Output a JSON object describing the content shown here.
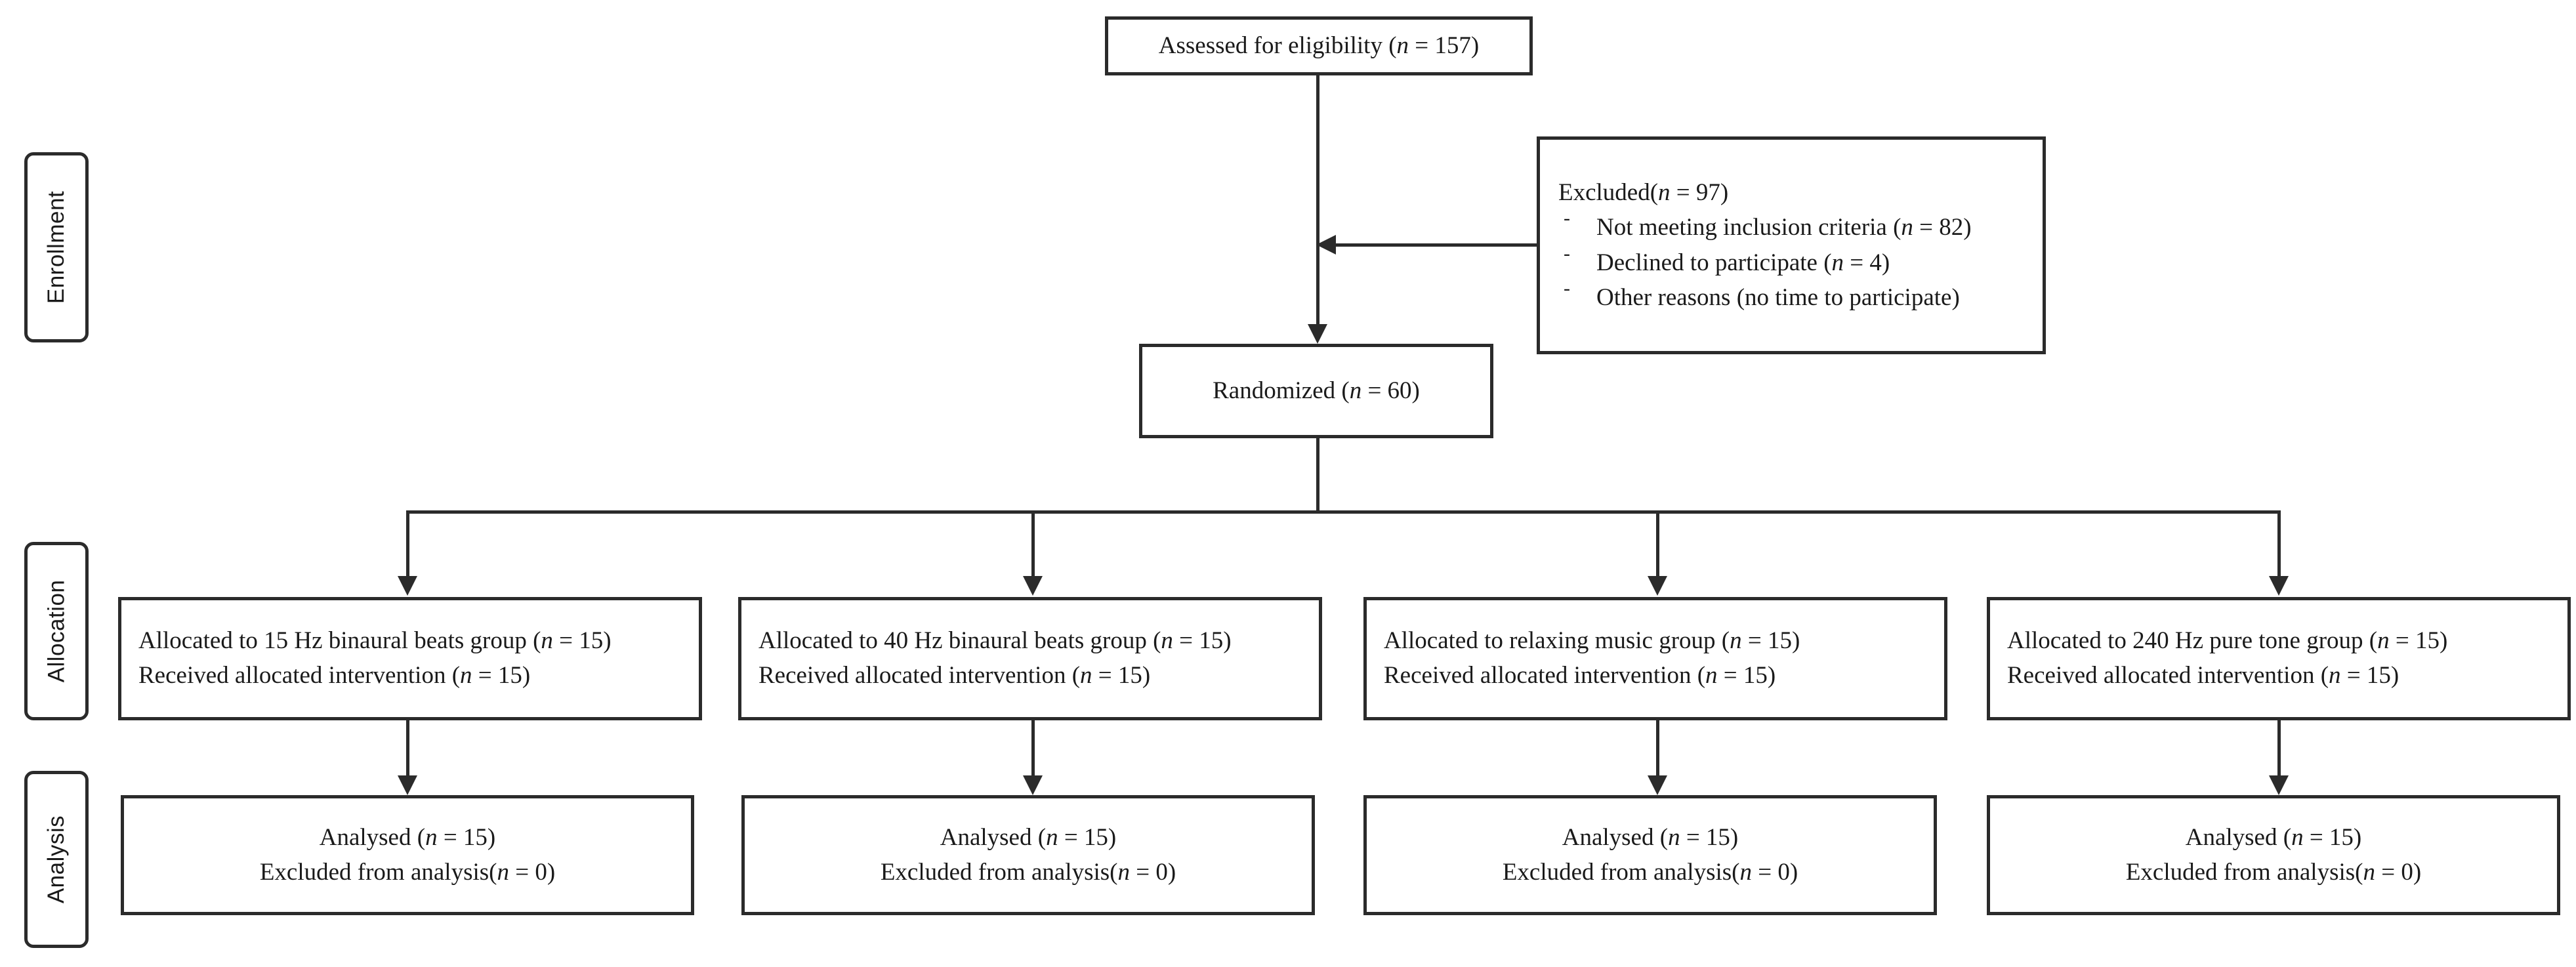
{
  "diagram": {
    "type": "consort-flow-diagram",
    "title": "CONSORT participant flow",
    "line_color": "#2b2b2b",
    "box_fill": "#ffffff",
    "background": "#ffffff"
  },
  "stage_labels": [
    {
      "id": "enrollment",
      "label": "Enrollment"
    },
    {
      "id": "allocation",
      "label": "Allocation"
    },
    {
      "id": "analysis",
      "label": "Analysis"
    }
  ],
  "enrollment": {
    "assessed": {
      "text": "Assessed for eligibility (n = 157)",
      "prefix": "Assessed for eligibility (",
      "n_symbol": "n",
      "suffix": " = 157)",
      "count": 157
    },
    "excluded": {
      "title_prefix": "Excluded(",
      "n_symbol": "n",
      "title_suffix": " = 97)",
      "count": 97,
      "reasons": [
        {
          "bullet": "-",
          "prefix": "Not meeting inclusion criteria (",
          "n_symbol": "n",
          "suffix": " = 82)",
          "count": 82
        },
        {
          "bullet": "-",
          "prefix": "Declined to participate (",
          "n_symbol": "n",
          "suffix": " = 4)",
          "count": 4
        },
        {
          "bullet": "-",
          "prefix": "Other reasons (no time to participate)",
          "n_symbol": "",
          "suffix": "",
          "count": null
        }
      ]
    },
    "randomized": {
      "text": "Randomized (n = 60)",
      "prefix": "Randomized (",
      "n_symbol": "n",
      "suffix": " = 60)",
      "count": 60
    }
  },
  "allocation": {
    "arms": [
      {
        "id": "arm-15hz-binaural",
        "line1_prefix": "Allocated to 15 Hz binaural beats group (",
        "line1_n": "n",
        "line1_suffix": " = 15)",
        "line2_prefix": "Received allocated intervention (",
        "line2_n": "n",
        "line2_suffix": " = 15)",
        "allocated": 15,
        "received": 15
      },
      {
        "id": "arm-40hz-binaural",
        "line1_prefix": "Allocated to 40 Hz binaural beats group (",
        "line1_n": "n",
        "line1_suffix": " = 15)",
        "line2_prefix": "Received allocated intervention (",
        "line2_n": "n",
        "line2_suffix": " = 15)",
        "allocated": 15,
        "received": 15
      },
      {
        "id": "arm-relaxing-music",
        "line1_prefix": "Allocated to relaxing music group (",
        "line1_n": "n",
        "line1_suffix": " = 15)",
        "line2_prefix": "Received allocated intervention (",
        "line2_n": "n",
        "line2_suffix": " = 15)",
        "allocated": 15,
        "received": 15
      },
      {
        "id": "arm-240hz-pure-tone",
        "line1_prefix": "Allocated to 240 Hz pure tone group (",
        "line1_n": "n",
        "line1_suffix": " = 15)",
        "line2_prefix": "Received allocated intervention (",
        "line2_n": "n",
        "line2_suffix": " = 15)",
        "allocated": 15,
        "received": 15
      }
    ]
  },
  "analysis": {
    "arms": [
      {
        "id": "analysis-15hz-binaural",
        "line1_prefix": "Analysed (",
        "line1_n": "n",
        "line1_suffix": " = 15)",
        "line2_prefix": "Excluded from analysis(",
        "line2_n": "n",
        "line2_suffix": " = 0)",
        "analysed": 15,
        "excluded": 0
      },
      {
        "id": "analysis-40hz-binaural",
        "line1_prefix": "Analysed (",
        "line1_n": "n",
        "line1_suffix": " = 15)",
        "line2_prefix": "Excluded from analysis(",
        "line2_n": "n",
        "line2_suffix": " = 0)",
        "analysed": 15,
        "excluded": 0
      },
      {
        "id": "analysis-relaxing-music",
        "line1_prefix": "Analysed (",
        "line1_n": "n",
        "line1_suffix": " = 15)",
        "line2_prefix": "Excluded from analysis(",
        "line2_n": "n",
        "line2_suffix": " = 0)",
        "analysed": 15,
        "excluded": 0
      },
      {
        "id": "analysis-240hz-pure-tone",
        "line1_prefix": "Analysed (",
        "line1_n": "n",
        "line1_suffix": " = 15)",
        "line2_prefix": "Excluded from analysis(",
        "line2_n": "n",
        "line2_suffix": " = 0)",
        "analysed": 15,
        "excluded": 0
      }
    ]
  }
}
